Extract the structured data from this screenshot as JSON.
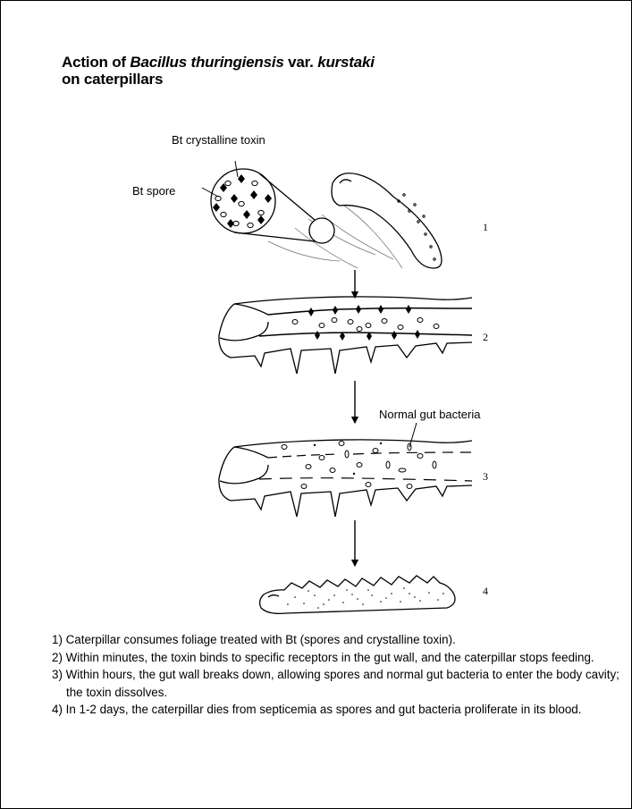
{
  "title": {
    "prefix": "Action of ",
    "genus_species": "Bacillus thuringiensis",
    "var": " var. ",
    "strain": "kurstaki",
    "line2": "on caterpillars"
  },
  "labels": {
    "crystalline_toxin": "Bt crystalline toxin",
    "spore": "Bt spore",
    "gut_bacteria": "Normal gut bacteria"
  },
  "stages": [
    "1",
    "2",
    "3",
    "4"
  ],
  "steps": [
    "1) Caterpillar consumes foliage treated with Bt (spores and crystalline toxin).",
    "2) Within minutes, the toxin binds to specific receptors in the gut wall, and the caterpillar stops feeding.",
    "3) Within hours, the gut wall breaks down, allowing spores and normal gut bacteria to enter the body cavity; the toxin dissolves.",
    "4) In 1-2 days, the caterpillar dies from septicemia as spores and gut bacteria proliferate in its blood."
  ]
}
